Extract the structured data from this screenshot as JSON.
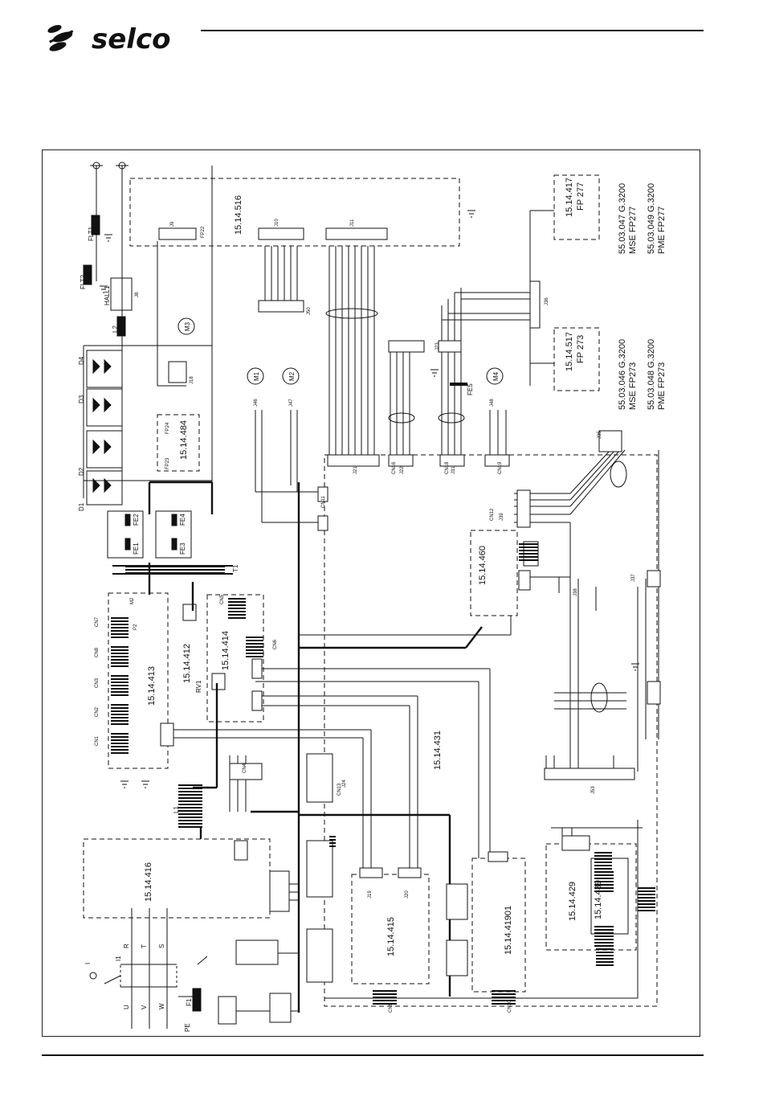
{
  "header": {
    "brand": "selco",
    "logo_icon": "selco-logo-icon"
  },
  "boards": {
    "b516": "15.14.516",
    "b484": "15.14.484",
    "b413": "15.14.413",
    "b412": "15.14.412",
    "b414": "15.14.414",
    "b416": "15.14.416",
    "b415": "15.14.415",
    "b41901": "15.14.41901",
    "b431": "15.14.431",
    "b460": "15.14.460",
    "b429": "15.14.429",
    "b439": "15.14.439",
    "b517": "15.14.517",
    "b417": "15.14.417"
  },
  "panels": {
    "fp273": "FP 273",
    "fp277": "FP 277"
  },
  "notes": {
    "n1": "55.03.046 G.3200",
    "n2": "MSE FP273",
    "n3": "55.03.048 G.3200",
    "n4": "PME FP273",
    "n5": "55.03.047 G.3200",
    "n6": "MSE FP277",
    "n7": "55.03.049 G.3200",
    "n8": "PME FP277"
  },
  "components": {
    "flt1": "FLT1",
    "flt2": "FLT2",
    "hall": "HALL1",
    "l2": "L2",
    "m1": "M1",
    "m2": "M2",
    "m3": "M3",
    "m4": "M4",
    "d1": "D1",
    "d2": "D2",
    "d3": "D3",
    "d4": "D4",
    "t1": "T1",
    "l1": "L1",
    "rv1": "RV1",
    "f1": "F1",
    "fe1": "FE1",
    "fe2": "FE2",
    "fe3": "FE3",
    "fe4": "FE4",
    "fe5": "FE5",
    "i1": "I1",
    "i": "I",
    "pe": "PE",
    "u": "U",
    "v": "V",
    "w": "W",
    "r": "R",
    "s": "S",
    "t": "T"
  },
  "connectors": {
    "cn1": "CN1",
    "cn2": "CN2",
    "cn3": "CN3",
    "cn4": "CN4",
    "cn5": "CN5",
    "cn6": "CN6",
    "cn7": "CN7",
    "cn8": "CN8",
    "cn9": "CN9",
    "cn10": "CN10",
    "cn11": "CN11",
    "cn12": "CN12",
    "cn13": "CN13",
    "cn16": "CN16",
    "cn18": "CN18",
    "cn19": "CN19",
    "j8": "J8",
    "j9": "J9",
    "j10": "J10",
    "j11": "J11",
    "j18": "J18",
    "j19": "J19",
    "j20": "J20",
    "j21": "J21",
    "j22": "J22",
    "j23": "J23",
    "j24": "J24",
    "j31": "J31",
    "j35": "J35",
    "j36": "J36",
    "j37": "J37",
    "j38": "J38",
    "j39": "J39",
    "j46": "J46",
    "j47": "J47",
    "j48": "J48",
    "j50": "J50",
    "j53": "J53",
    "p2": "P2",
    "fp22": "FP22",
    "fp23": "FP23",
    "fp24": "FP24",
    "m2pin": "M2"
  },
  "colors": {
    "ink": "#111111",
    "paper": "#ffffff"
  }
}
